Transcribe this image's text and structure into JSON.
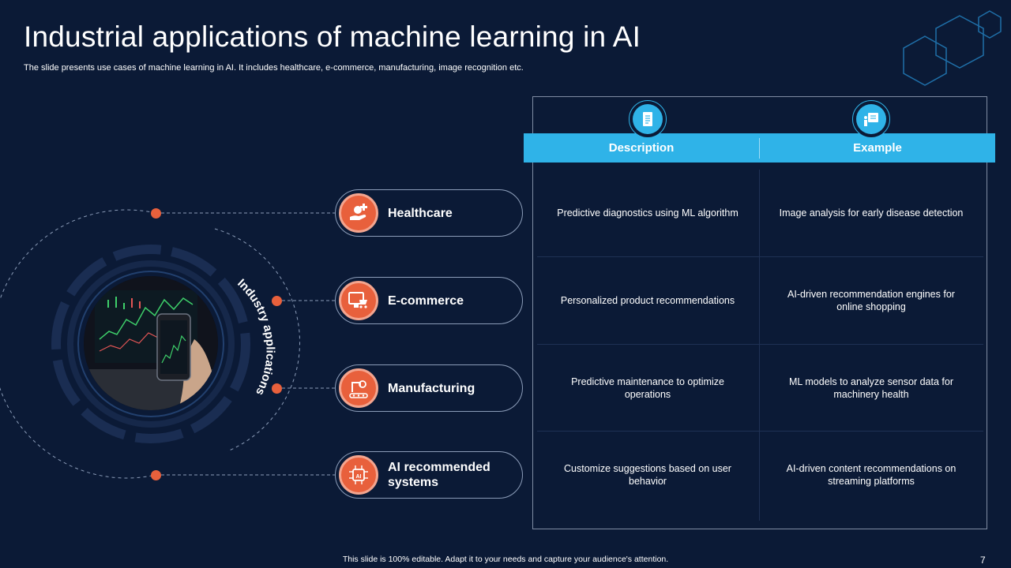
{
  "slide": {
    "title": "Industrial applications of machine learning in AI",
    "subtitle": "The slide presents use cases of machine learning in AI. It includes healthcare, e-commerce, manufacturing, image recognition etc.",
    "arc_label": "Industry applications",
    "footer": "This slide is 100% editable.  Adapt it to your needs and capture your audience's attention.",
    "page_number": "7"
  },
  "applications": [
    {
      "label": "Healthcare",
      "icon": "healthcare-hand-icon"
    },
    {
      "label": "E-commerce",
      "icon": "ecommerce-cart-icon"
    },
    {
      "label": "Manufacturing",
      "icon": "robot-arm-icon"
    },
    {
      "label": "AI recommended systems",
      "icon": "ai-chip-icon"
    }
  ],
  "table": {
    "headers": [
      "Description",
      "Example"
    ],
    "header_icons": [
      "document-icon",
      "presentation-board-icon"
    ],
    "rows": [
      {
        "description": "Predictive diagnostics using ML algorithm",
        "example": "Image analysis for early disease detection"
      },
      {
        "description": "Personalized product recommendations",
        "example": "AI-driven  recommendation engines for online shopping"
      },
      {
        "description": "Predictive maintenance to optimize operations",
        "example": "ML models to analyze sensor data for machinery health"
      },
      {
        "description": "Customize suggestions based on user behavior",
        "example": "AI-driven  content recommendations on streaming platforms"
      }
    ]
  },
  "colors": {
    "background": "#0b1a36",
    "accent_orange": "#e8603c",
    "accent_blue": "#2fb3e8"
  }
}
